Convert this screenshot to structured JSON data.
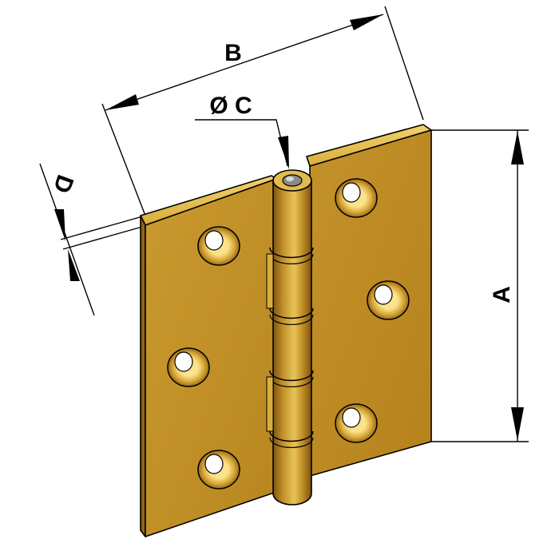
{
  "diagram": {
    "dimensions": {
      "a_label": "A",
      "b_label": "B",
      "c_label": "Ø C",
      "d_label": "D"
    },
    "colors": {
      "brass_face": "#c8962a",
      "brass_light": "#e6c04e",
      "brass_dark": "#8c5f12",
      "hole_ring": "#f0cc5a",
      "hole_center": "#ffffff",
      "outline": "#000000",
      "background": "#ffffff"
    },
    "parts": {
      "left_leaf_holes": 3,
      "right_leaf_holes": 3,
      "knuckles": 5
    }
  }
}
